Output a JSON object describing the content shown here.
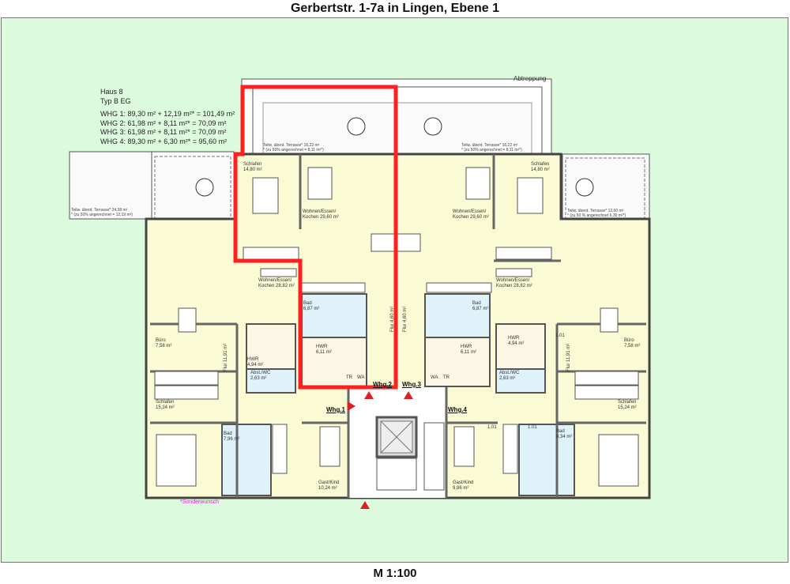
{
  "title": "Gerbertstr. 1-7a in Lingen, Ebene 1",
  "scale": "M 1:100",
  "info": {
    "haus": "Haus 8",
    "typ": "Typ B   EG",
    "whg": [
      "WHG 1: 89,30 m² + 12,19 m²* = 101,49 m²",
      "WHG 2: 61,98 m² +  8,11 m²* =   70,09 m²",
      "WHG 3: 61,98 m² +  8,11 m²* =   70,09 m²",
      "WHG 4: 89,30 m² +  6,30 m²* =   95,60 m²"
    ]
  },
  "labels": {
    "abtreppung": "Abtreppung",
    "sonderwunsch": "Sonderwunsch",
    "door": "1.01"
  },
  "terraces": [
    {
      "l1": "Teilw. überd. Terrasse* 24,38 m²",
      "l2": "* (zu 50% angerechnet = 12,19 m²)"
    },
    {
      "l1": "Teilw. überd. Terrasse* 16,22 m²",
      "l2": "* (zu 50% angerechnet = 8,11 m²*)"
    },
    {
      "l1": "Teilw. überd. Terrasse* 16,22 m²",
      "l2": "* (zu 50% angerechnet = 8,11 m²*)"
    },
    {
      "l1": "Teilw. überd. Terrasse* 12,60  m²",
      "l2": "* (zu 50 % angerechnet 6,30 m²*)"
    }
  ],
  "rooms": [
    {
      "n": "Schlafen",
      "a": "14,80 m²"
    },
    {
      "n": "Wohnen/Essen/",
      "a": "Kochen 29,60 m²"
    },
    {
      "n": "Wohnen/Essen/",
      "a": "Kochen 29,60 m²"
    },
    {
      "n": "Schlafen",
      "a": "14,80 m²"
    },
    {
      "n": "Wohnen/Essen/",
      "a": "Kochen 28,82 m²"
    },
    {
      "n": "Wohnen/Essen/",
      "a": "Kochen 28,82 m²"
    },
    {
      "n": "Bad",
      "a": "6,87 m²"
    },
    {
      "n": "Bad",
      "a": "6,87 m²"
    },
    {
      "n": "HWR",
      "a": "6,11 m²"
    },
    {
      "n": "HWR",
      "a": "6,11 m²"
    },
    {
      "n": "HWR",
      "a": "4,94 m²"
    },
    {
      "n": "HWR",
      "a": "4,94 m²"
    },
    {
      "n": "Abst./WC",
      "a": "2,63 m²"
    },
    {
      "n": "Abst./WC",
      "a": "2,63 m²"
    },
    {
      "n": "Büro",
      "a": "7,58 m²"
    },
    {
      "n": "Büro",
      "a": "7,58 m²"
    },
    {
      "n": "Schlafen",
      "a": "15,24 m²"
    },
    {
      "n": "Schlafen",
      "a": "15,24 m²"
    },
    {
      "n": "Bad",
      "a": "7,96 m²"
    },
    {
      "n": "Bad",
      "a": "8,34 m²"
    },
    {
      "n": "Gast/Kind",
      "a": "10,24 m²"
    },
    {
      "n": "Gast/Kind",
      "a": "9,86 m²"
    }
  ],
  "flur": [
    "Flur 11,91 m²",
    "Flur 4,60 m²",
    "Flur 4,60 m²",
    "Flur 11,91 m²"
  ],
  "fixtures": {
    "tr": "TR",
    "wa": "WA"
  },
  "entrances": [
    "Whg.1",
    "Whg.2",
    "Whg.3",
    "Whg.4"
  ],
  "colors": {
    "background": "#dcfadc",
    "room": "#fafad4",
    "bath": "#dff2fa",
    "highlight": "#ff2020"
  }
}
